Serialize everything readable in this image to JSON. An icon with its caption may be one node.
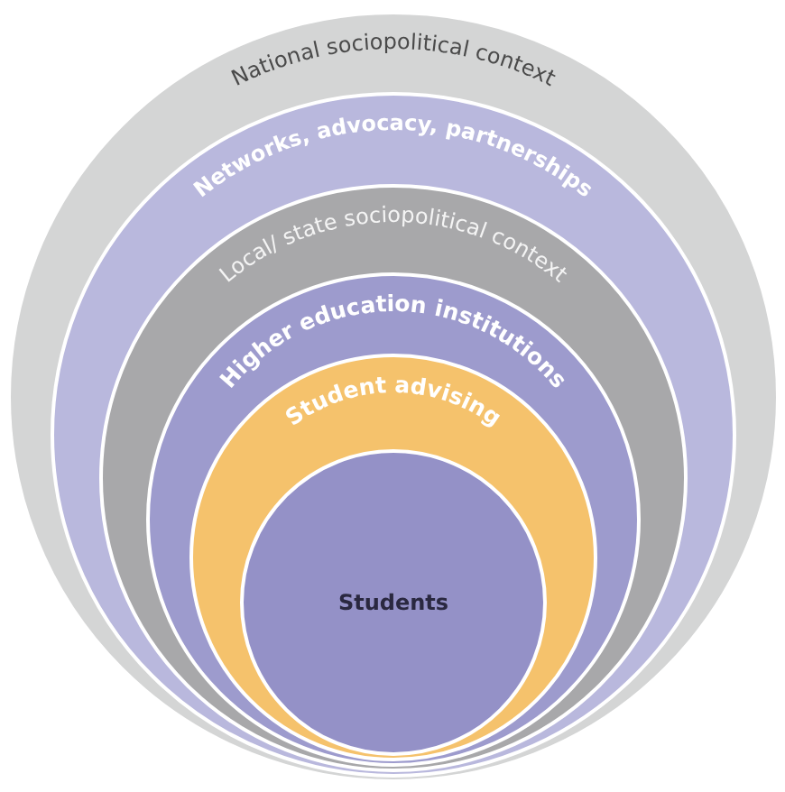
{
  "diagram": {
    "nodes": [
      {
        "text": [
          "National sociopolitical context"
        ]
      },
      {
        "text": [
          "Networks, advocacy, partnerships"
        ],
        "in": 0
      },
      {
        "text": [
          "Local/ state sociopolitical context"
        ],
        "in": 1
      },
      {
        "text": [
          "Higher education institutions"
        ],
        "in": 2
      },
      {
        "text": [
          "Student advising"
        ],
        "in": 3
      },
      {
        "text": [
          "Students"
        ],
        "in": 4
      }
    ]
  }
}
